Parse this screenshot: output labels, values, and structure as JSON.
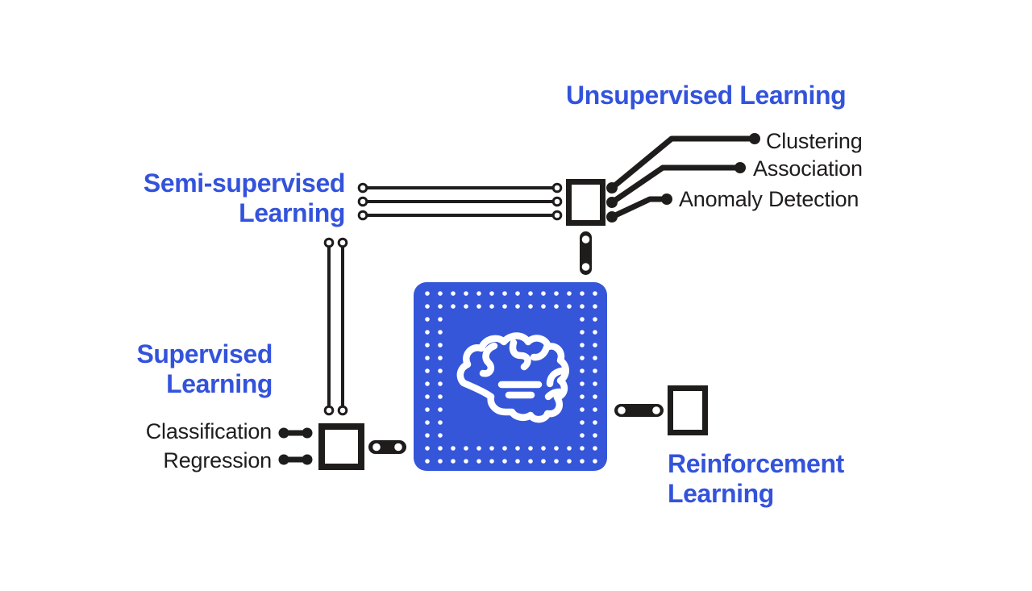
{
  "colors": {
    "background": "#ffffff",
    "heading_blue": "#3353dc",
    "chip_blue": "#3556d9",
    "ink": "#1f1c1c"
  },
  "nodes": {
    "unsupervised": {
      "title": "Unsupervised Learning",
      "items": [
        "Clustering",
        "Association",
        "Anomaly Detection"
      ]
    },
    "semi_supervised": {
      "title_line1": "Semi-supervised",
      "title_line2": "Learning"
    },
    "supervised": {
      "title_line1": "Supervised",
      "title_line2": "Learning",
      "items": [
        "Classification",
        "Regression"
      ]
    },
    "reinforcement": {
      "title_line1": "Reinforcement",
      "title_line2": "Learning"
    },
    "center": {
      "icon": "brain-icon"
    }
  }
}
